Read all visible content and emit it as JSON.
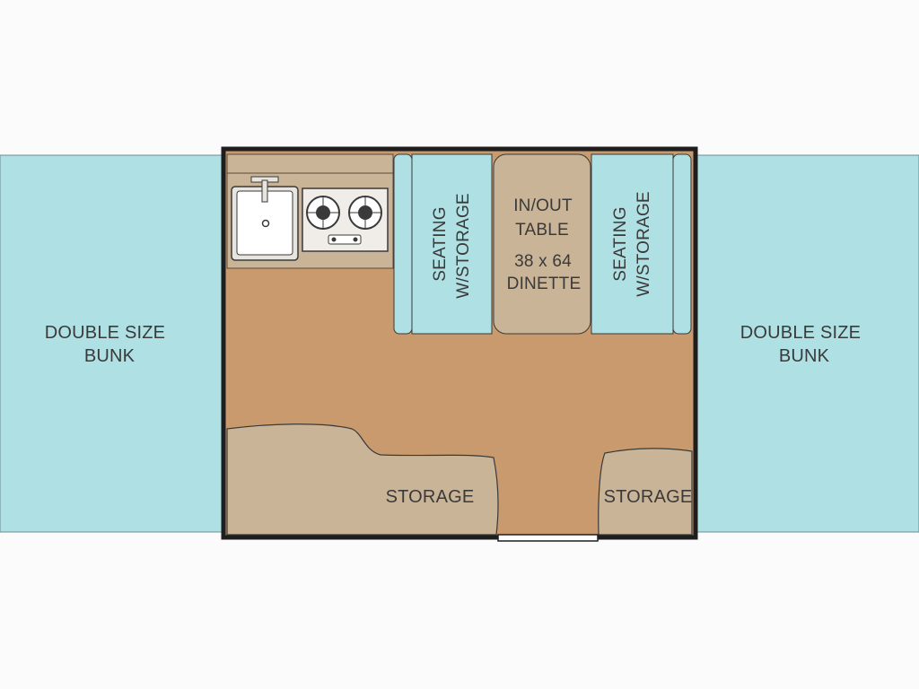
{
  "floorplan": {
    "left_bunk": {
      "line1": "DOUBLE SIZE",
      "line2": "BUNK"
    },
    "right_bunk": {
      "line1": "DOUBLE SIZE",
      "line2": "BUNK"
    },
    "left_seating": {
      "line1": "SEATING",
      "line2": "W/STORAGE"
    },
    "right_seating": {
      "line1": "SEATING",
      "line2": "W/STORAGE"
    },
    "table": {
      "line1": "IN/OUT",
      "line2": "TABLE",
      "line3": "38 x 64",
      "line4": "DINETTE"
    },
    "storage_left": {
      "label": "STORAGE"
    },
    "storage_right": {
      "label": "STORAGE"
    }
  },
  "colors": {
    "background": "#fbfbfb",
    "bunk": "#afe0e4",
    "floor": "#c89a6d",
    "furniture": "#c9b497",
    "counter": "#c9b497",
    "wall": "#1e1e1e",
    "text": "#3a3a3a"
  },
  "icons": {
    "sink": "sink-icon",
    "faucet": "faucet-icon",
    "stove": "stove-icon",
    "burner": "burner-icon",
    "entry_door": "door-icon"
  }
}
